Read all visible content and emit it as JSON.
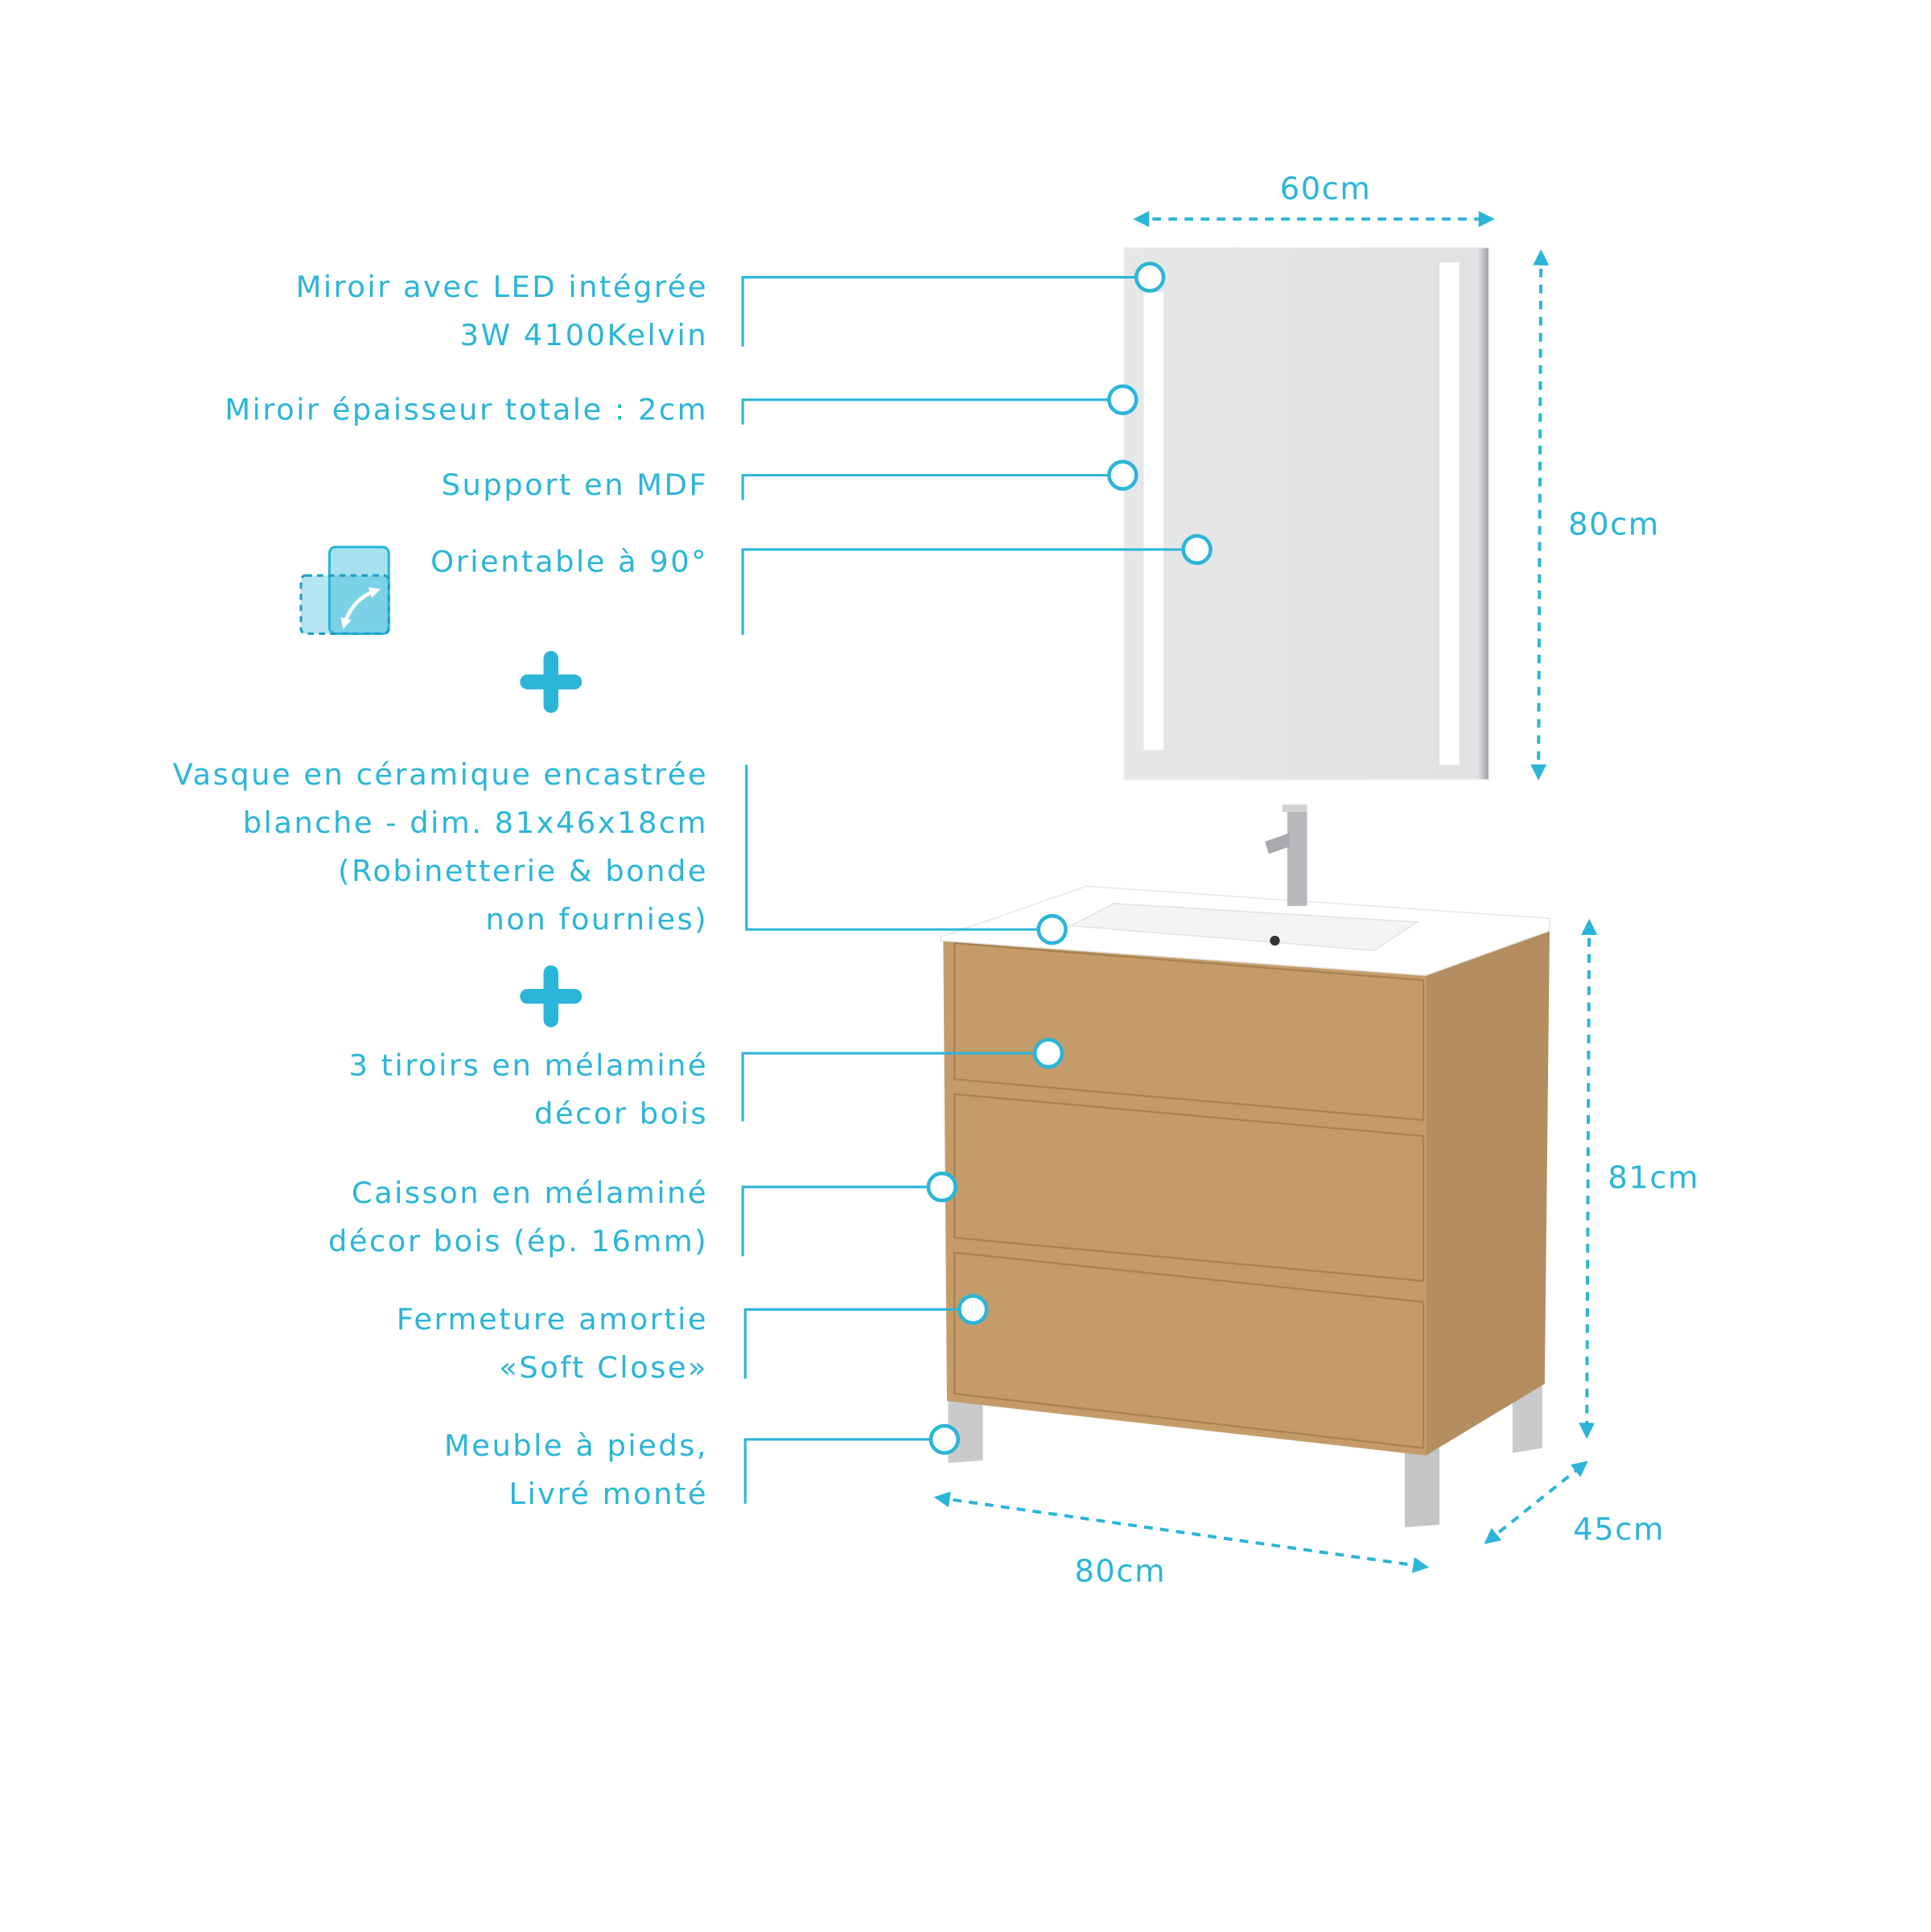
{
  "colors": {
    "accent": "#2bb5d8",
    "wood": "#c59c69",
    "wood_side": "#b48d60",
    "mirror": "#e3e4e6",
    "leg": "#c9cacc"
  },
  "features": [
    {
      "lines": [
        "Miroir avec LED intégrée",
        "3W 4100Kelvin"
      ]
    },
    {
      "lines": [
        "Miroir épaisseur totale : 2cm"
      ]
    },
    {
      "lines": [
        "Support en MDF"
      ]
    },
    {
      "lines": [
        "Orientable à 90°"
      ],
      "icon": "rotate-mirror-icon"
    },
    {
      "lines": [
        "Vasque en céramique encastrée",
        "blanche - dim. 81x46x18cm",
        "(Robinetterie & bonde",
        "non fournies)"
      ]
    },
    {
      "lines": [
        "3 tiroirs en mélaminé",
        "décor bois"
      ]
    },
    {
      "lines": [
        "Caisson en mélaminé",
        "décor bois (ép. 16mm)"
      ]
    },
    {
      "lines": [
        "Fermeture amortie",
        "«Soft Close»"
      ]
    },
    {
      "lines": [
        "Meuble à pieds,",
        "Livré monté"
      ]
    }
  ],
  "dimensions": {
    "mirror_width": "60cm",
    "mirror_height": "80cm",
    "cabinet_height": "81cm",
    "cabinet_width": "80cm",
    "cabinet_depth": "45cm"
  }
}
